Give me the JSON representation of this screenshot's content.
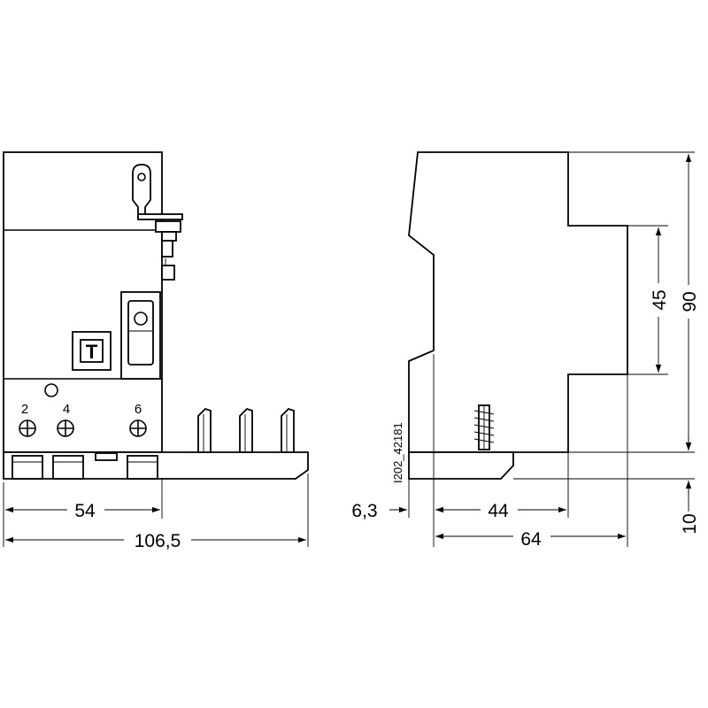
{
  "front_view": {
    "test_button_label": "T",
    "terminals": [
      "2",
      "4",
      "6"
    ],
    "dim_width_partial": "54",
    "dim_width_total": "106,5"
  },
  "side_view": {
    "dim_offset": "6,3",
    "dim_depth_inner": "44",
    "dim_depth_total": "64",
    "dim_height_front": "45",
    "dim_height_total": "90",
    "dim_height_base": "10"
  },
  "drawing_code": "I202_42181"
}
